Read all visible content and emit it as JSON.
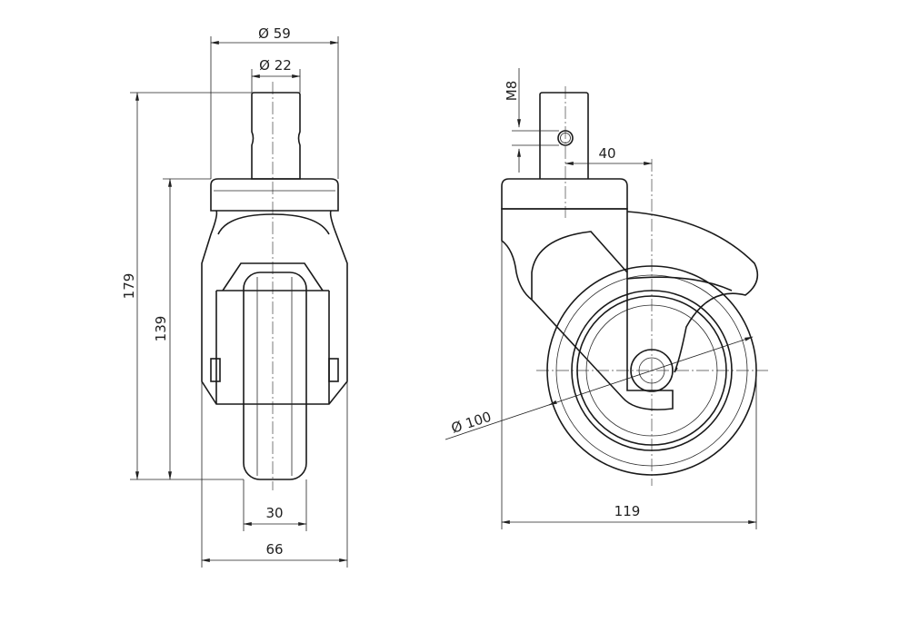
{
  "drawing": {
    "title": "Swivel castor with plug-in stem, technical drawing",
    "front_view": {
      "dim_plate_diameter": "Ø 59",
      "dim_stem_diameter": "Ø 22",
      "dim_total_height": "179",
      "dim_plate_height": "139",
      "dim_wheel_width": "30",
      "dim_fork_width": "66"
    },
    "side_view": {
      "dim_hole_thread": "M8",
      "dim_offset": "40",
      "dim_wheel_diameter": "Ø 100",
      "dim_swivel_radius": "119"
    },
    "colors": {
      "line": "#1a1a1a",
      "background": "#ffffff"
    }
  }
}
